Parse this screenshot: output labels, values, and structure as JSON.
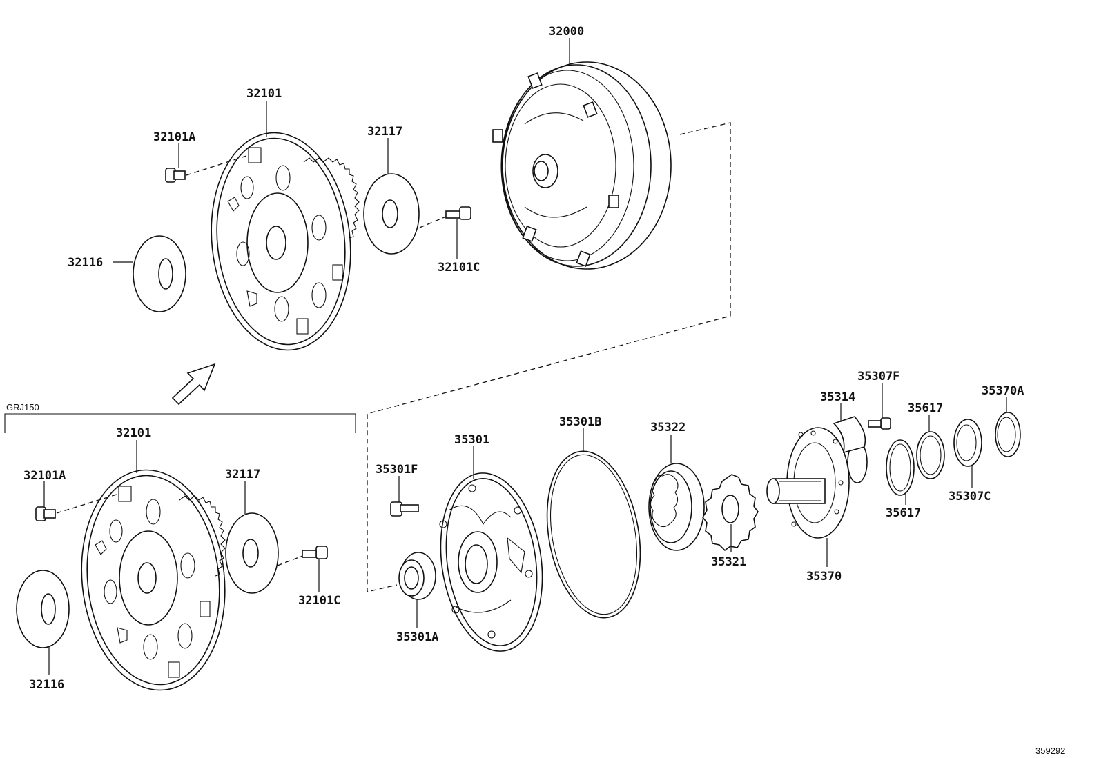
{
  "group": {
    "label": "GRJ150"
  },
  "image_id": "359292",
  "labels": {
    "converter": "32000",
    "drive_plate_top": "32101",
    "bolt_a_top": "32101A",
    "spacer_top": "32116",
    "plate_top": "32117",
    "bolt_c_top": "32101C",
    "drive_plate_bottom": "32101",
    "bolt_a_bottom": "32101A",
    "spacer_bottom": "32116",
    "plate_bottom": "32117",
    "bolt_c_bottom": "32101C",
    "pump_body": "35301",
    "pump_bolt": "35301F",
    "oil_seal": "35301A",
    "o_ring": "35301B",
    "driven_gear": "35322",
    "drive_gear": "35321",
    "stator_shaft": "35370",
    "cover_plate": "35314",
    "cover_bolt": "35307F",
    "seal_ring_1": "35617",
    "seal_ring_2": "35617",
    "thrust_washer": "35307C",
    "bearing_race": "35370A"
  }
}
